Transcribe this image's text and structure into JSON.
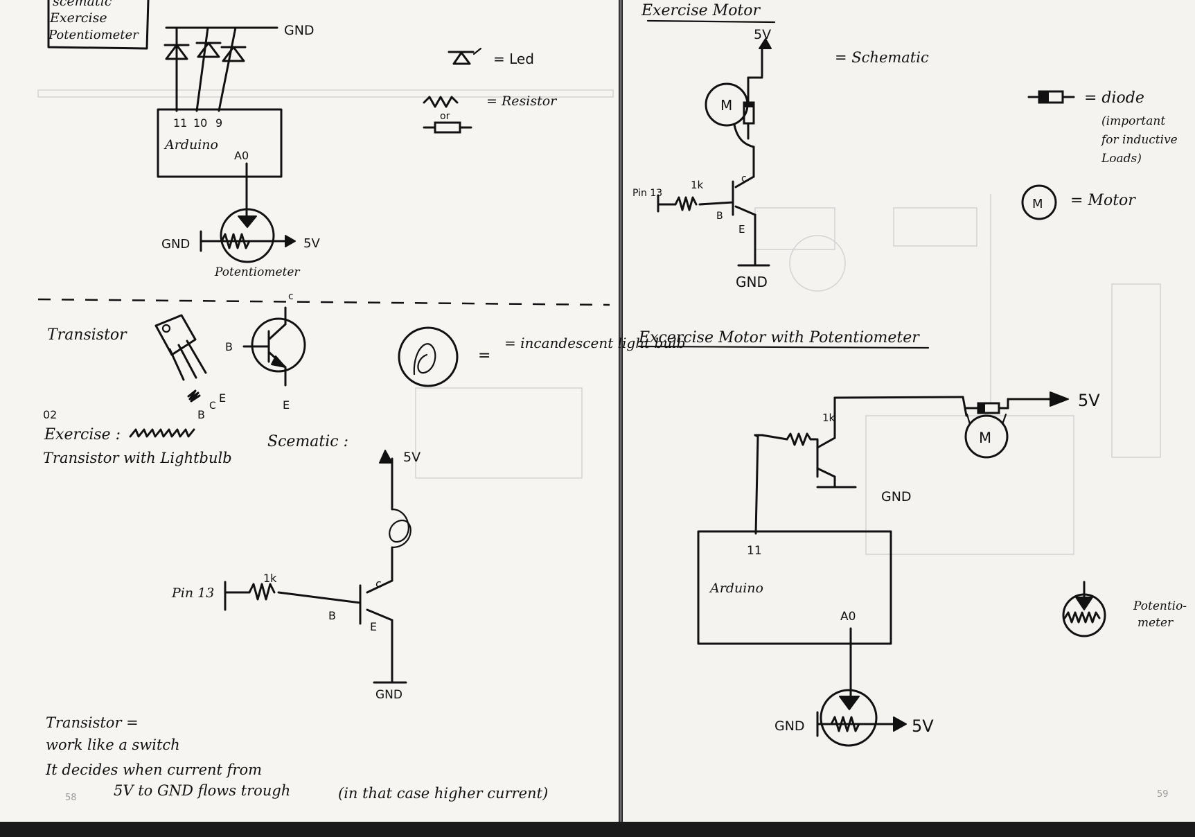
{
  "left_page": {
    "page_number": "58",
    "led_exercise": {
      "title_lines": [
        "scematic",
        "Exercise",
        "Potentiometer"
      ],
      "gnd_label": "GND",
      "pins": [
        "11",
        "10",
        "9"
      ],
      "arduino_label": "Arduino",
      "analog_pin": "A0",
      "pot_gnd": "GND",
      "pot_5v": "5V",
      "pot_caption": "Potentiometer"
    },
    "legend": {
      "led": "= Led",
      "resistor": "= Resistor",
      "or_label": "or"
    },
    "transistor_section": {
      "title": "Transistor",
      "photo_pins": [
        "B",
        "C",
        "E"
      ],
      "symbol_c": "c",
      "symbol_b": "B",
      "symbol_e": "E",
      "bulb_label": "= incandescent light bulb"
    },
    "exercise_02": {
      "number": "02",
      "line1": "Exercise :",
      "line2": "Transistor with Lightbulb",
      "schematic_label": "Scematic :",
      "v5": "5V",
      "pin": "Pin 13",
      "resistor": "1k",
      "b": "B",
      "c": "c",
      "e": "E",
      "gnd": "GND"
    },
    "notes": [
      "Transistor =",
      "work like a switch",
      "It decides when current from",
      "5V to GND flows trough",
      "(in that case higher current)"
    ]
  },
  "right_page": {
    "page_number": "59",
    "motor_exercise": {
      "title": "Exercise Motor",
      "v5": "5V",
      "schematic_eq": "= Schematic",
      "motor": "M",
      "pin": "Pin 13",
      "resistor": "1k",
      "c": "c",
      "b": "B",
      "e": "E",
      "gnd": "GND"
    },
    "legend": {
      "diode": "= diode",
      "diode_note": [
        "(important",
        "for inductive",
        "Loads)"
      ],
      "motor_symbol": "M",
      "motor": "= Motor"
    },
    "motor_pot_exercise": {
      "title": "Excercise Motor with Potentiometer",
      "resistor": "1k",
      "v5": "5V",
      "motor": "M",
      "gnd": "GND",
      "pin": "11",
      "arduino": "Arduino",
      "analog_pin": "A0",
      "pot_gnd": "GND",
      "pot_5v": "5V"
    },
    "pot_legend": [
      "Potentio-",
      "meter"
    ]
  },
  "colors": {
    "paper": "#f6f5f2",
    "ink": "#111111",
    "binding": "#1a1a1a"
  }
}
